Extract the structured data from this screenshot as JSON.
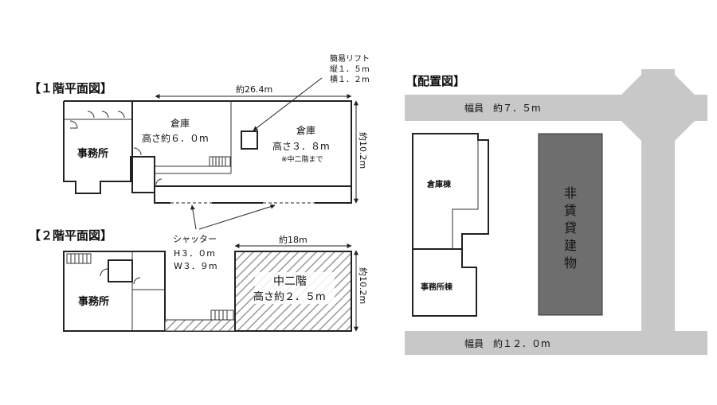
{
  "floor1": {
    "title": "【１階平面図】",
    "width_dim": "約26.4m",
    "height_dim": "約10.2m",
    "office": "事務所",
    "warehouse_a": "倉庫",
    "warehouse_a_height": "高さ約６．０m",
    "warehouse_b": "倉庫",
    "warehouse_b_height": "高さ３．８m",
    "warehouse_b_note": "※中二階まで",
    "lift_label": "簡易リフト",
    "lift_dim1": "縦１．５m",
    "lift_dim2": "横１．２m"
  },
  "floor2": {
    "title": "【２階平面図】",
    "width_dim": "約18m",
    "height_dim": "約10.2m",
    "office": "事務所",
    "mezz": "中二階",
    "mezz_height": "高さ約２．５m",
    "shutter_label": "シャッター",
    "shutter_h": "H３．０m",
    "shutter_w": "W３．９m"
  },
  "site": {
    "title": "【配置図】",
    "road_top": "幅員　約７．５m",
    "road_bottom": "幅員　約１２．０m",
    "warehouse_bldg": "倉庫棟",
    "office_bldg": "事務所棟",
    "non_leased": [
      "非",
      "賃",
      "貸",
      "建",
      "物"
    ],
    "colors": {
      "road": "#c8c8c8",
      "non_leased": "#6e6e6e"
    }
  }
}
